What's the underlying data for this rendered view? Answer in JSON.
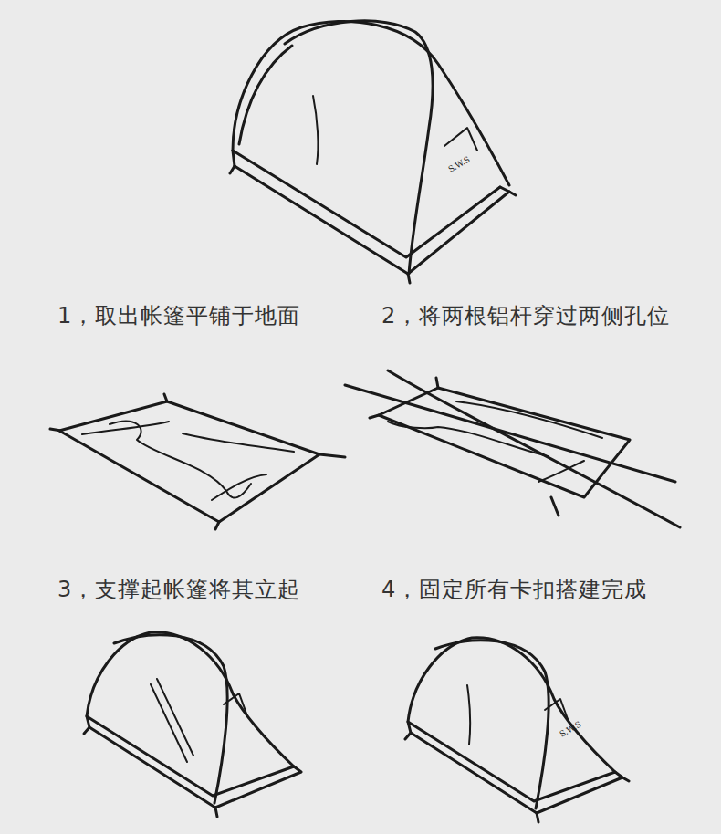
{
  "diagram": {
    "labels": [
      "S.W.S",
      "1，取出帐篷平铺于地面",
      "2，将两根铝杆穿过两侧孔位",
      "3，支撑起帐篷将其立起",
      "4，固定所有卡扣搭建完成",
      "S.W.S"
    ]
  }
}
